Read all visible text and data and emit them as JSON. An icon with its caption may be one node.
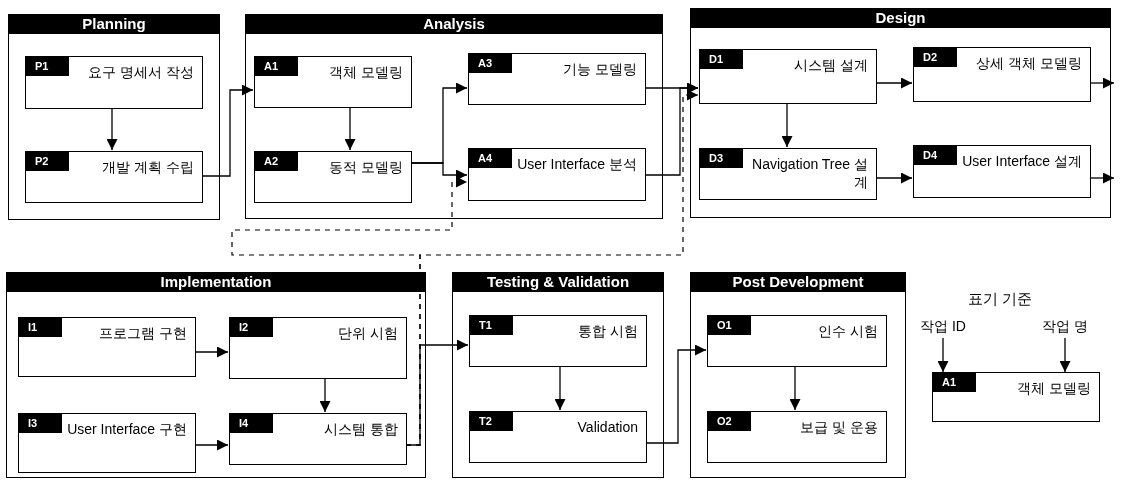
{
  "diagram": {
    "nodes": [
      {
        "text": [
          "Planning"
        ]
      },
      {
        "text": [
          "P1",
          "요구 명세서 작성"
        ],
        "in": 0
      },
      {
        "text": [
          "P2",
          "개발 계획 수립"
        ],
        "in": 0
      },
      {
        "text": [
          "Analysis"
        ]
      },
      {
        "text": [
          "A1",
          "객체 모델링"
        ],
        "in": 3
      },
      {
        "text": [
          "A3",
          "기능 모델링"
        ],
        "in": 3
      },
      {
        "text": [
          "A2",
          "동적 모델링"
        ],
        "in": 3
      },
      {
        "text": [
          "A4",
          "User Interface 분석"
        ],
        "in": 3
      },
      {
        "text": [
          "Design"
        ]
      },
      {
        "text": [
          "D1",
          "시스템 설계"
        ],
        "in": 8
      },
      {
        "text": [
          "D2",
          "상세 객체 모델링"
        ],
        "in": 8
      },
      {
        "text": [
          "D3",
          "Navigation Tree 설계"
        ],
        "in": 8
      },
      {
        "text": [
          "D4",
          "User Interface 설계"
        ],
        "in": 8
      },
      {
        "text": [
          "Implementation"
        ]
      },
      {
        "text": [
          "I1",
          "프로그램 구현"
        ],
        "in": 13
      },
      {
        "text": [
          "I2",
          "단위 시험"
        ],
        "in": 13
      },
      {
        "text": [
          "I3",
          "User Interface 구현"
        ],
        "in": 13
      },
      {
        "text": [
          "I4",
          "시스템 통합"
        ],
        "in": 13
      },
      {
        "text": [
          "Testing & Validation"
        ]
      },
      {
        "text": [
          "T1",
          "통합 시험"
        ],
        "in": 18
      },
      {
        "text": [
          "T2",
          "Validation"
        ],
        "in": 18
      },
      {
        "text": [
          "Post Development"
        ]
      },
      {
        "text": [
          "O1",
          "인수 시험"
        ],
        "in": 21
      },
      {
        "text": [
          "O2",
          "보급 및 운용"
        ],
        "in": 21
      },
      {
        "text": [
          "작업 ID"
        ]
      },
      {
        "text": [
          "작업 명"
        ]
      },
      {
        "text": [
          "A1",
          "객체 모델링"
        ]
      }
    ],
    "edges": [
      {
        "from": 1,
        "to": 2,
        "arrow": "to"
      },
      {
        "from": 2,
        "to": 4,
        "arrow": "to"
      },
      {
        "from": 4,
        "to": 6,
        "arrow": "to"
      },
      {
        "from": 6,
        "to": 5,
        "arrow": "to"
      },
      {
        "from": 6,
        "to": 7,
        "arrow": "to"
      },
      {
        "from": 5,
        "to": 9,
        "arrow": "to"
      },
      {
        "from": 7,
        "to": 9,
        "arrow": "to"
      },
      {
        "from": 9,
        "to": 10,
        "arrow": "to"
      },
      {
        "from": 9,
        "to": 11,
        "arrow": "to"
      },
      {
        "from": 11,
        "to": 12,
        "arrow": "to"
      },
      {
        "from": 10,
        "to": null,
        "arrow": "to"
      },
      {
        "from": 12,
        "to": null,
        "arrow": "to"
      },
      {
        "from": 14,
        "to": 15,
        "arrow": "to"
      },
      {
        "from": 15,
        "to": 17,
        "arrow": "to"
      },
      {
        "from": 16,
        "to": 17,
        "arrow": "to"
      },
      {
        "from": 17,
        "to": 19,
        "arrow": "to"
      },
      {
        "from": 19,
        "to": 20,
        "arrow": "to"
      },
      {
        "from": 20,
        "to": 22,
        "arrow": "to"
      },
      {
        "from": 22,
        "to": 23,
        "arrow": "to"
      },
      {
        "from": 17,
        "to": 7,
        "arrow": "to",
        "style": "dashed"
      },
      {
        "from": 17,
        "to": 9,
        "arrow": "to",
        "style": "dashed"
      },
      {
        "from": 24,
        "to": 26,
        "arrow": "to"
      },
      {
        "from": 25,
        "to": 26,
        "arrow": "to"
      }
    ],
    "labels": [
      "표기 기준"
    ]
  }
}
